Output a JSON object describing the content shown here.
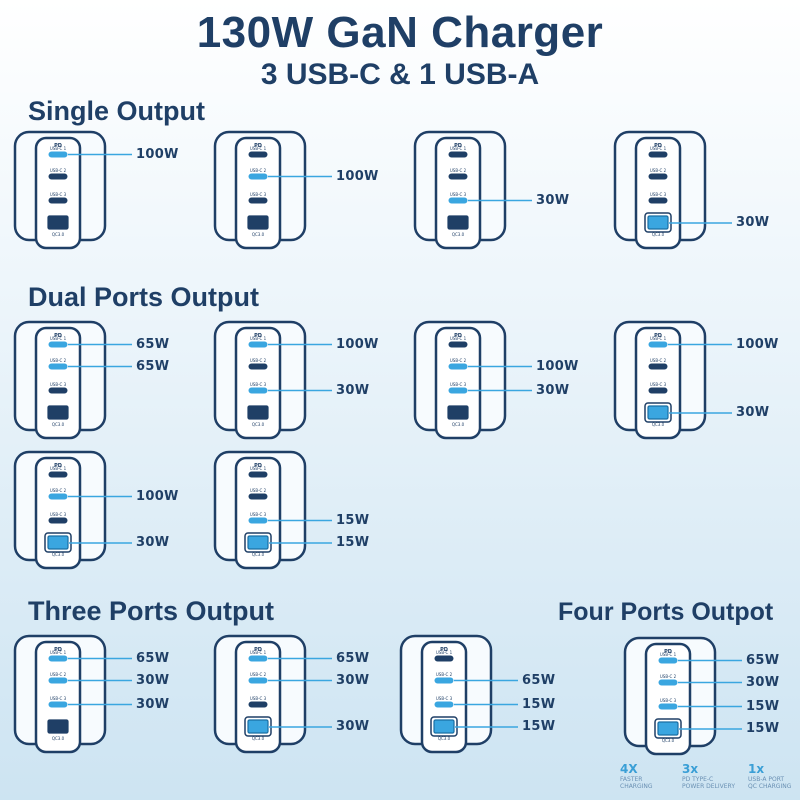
{
  "title": "130W GaN Charger",
  "subtitle": "3 USB-C & 1 USB-A",
  "sections": {
    "single": "Single Output",
    "dual": "Dual Ports Output",
    "three": "Three Ports Output",
    "four": "Four Ports Outpot"
  },
  "port_labels": {
    "pd": "PD",
    "usbc1": "USB-C 1",
    "usbc2": "USB-C 2",
    "usbc3": "USB-C 3",
    "qc": "QC3.0"
  },
  "configs": [
    {
      "section": "single",
      "active": [
        0
      ],
      "watts": [
        "100W"
      ]
    },
    {
      "section": "single",
      "active": [
        1
      ],
      "watts": [
        "100W"
      ]
    },
    {
      "section": "single",
      "active": [
        2
      ],
      "watts": [
        "30W"
      ]
    },
    {
      "section": "single",
      "active": [
        3
      ],
      "watts": [
        "30W"
      ]
    },
    {
      "section": "dual",
      "active": [
        0,
        1
      ],
      "watts": [
        "65W",
        "65W"
      ]
    },
    {
      "section": "dual",
      "active": [
        0,
        2
      ],
      "watts": [
        "100W",
        "30W"
      ]
    },
    {
      "section": "dual",
      "active": [
        1,
        2
      ],
      "watts": [
        "100W",
        "30W"
      ]
    },
    {
      "section": "dual",
      "active": [
        0,
        3
      ],
      "watts": [
        "100W",
        "30W"
      ]
    },
    {
      "section": "dual",
      "active": [
        1,
        3
      ],
      "watts": [
        "100W",
        "30W"
      ]
    },
    {
      "section": "dual",
      "active": [
        2,
        3
      ],
      "watts": [
        "15W",
        "15W"
      ]
    },
    {
      "section": "three",
      "active": [
        0,
        1,
        2
      ],
      "watts": [
        "65W",
        "30W",
        "30W"
      ]
    },
    {
      "section": "three",
      "active": [
        0,
        1,
        3
      ],
      "watts": [
        "65W",
        "30W",
        "30W"
      ]
    },
    {
      "section": "three",
      "active": [
        1,
        2,
        3
      ],
      "watts": [
        "65W",
        "15W",
        "15W"
      ]
    },
    {
      "section": "four",
      "active": [
        0,
        1,
        2,
        3
      ],
      "watts": [
        "65W",
        "30W",
        "15W",
        "15W"
      ]
    }
  ],
  "badges": [
    {
      "big": "4X",
      "l1": "FASTER",
      "l2": "CHARGING"
    },
    {
      "big": "3x",
      "l1": "PD TYPE-C",
      "l2": "POWER DELIVERY"
    },
    {
      "big": "1x",
      "l1": "USB-A PORT",
      "l2": "QC CHARGING"
    }
  ],
  "colors": {
    "dark": "#1f3f66",
    "accent": "#3aa6e0",
    "face": "#ffffff"
  }
}
